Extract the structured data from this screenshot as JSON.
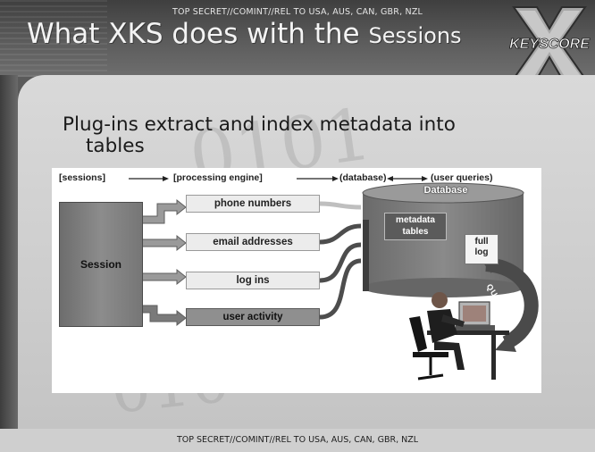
{
  "classification_top": "TOP SECRET//COMINT//REL TO USA, AUS, CAN, GBR, NZL",
  "title_main": "What XKS does with the ",
  "title_tail": "Sessions",
  "logo_text": "KEYSCORE",
  "subtitle_line1": "Plug-ins extract and index metadata into",
  "subtitle_line2": "tables",
  "diagram": {
    "stages": {
      "sessions": "[sessions]",
      "processing": "[processing engine]",
      "database": "(database)",
      "queries": "(user queries)"
    },
    "session_label": "Session",
    "plugins": [
      "phone numbers",
      "email addresses",
      "log ins",
      "user activity"
    ],
    "database_label": "Database",
    "metadata_line1": "metadata",
    "metadata_line2": "tables",
    "fulllog_line1": "full",
    "fulllog_line2": "log",
    "query_label": "QUERY"
  },
  "classification_bottom": "TOP SECRET//COMINT//REL TO USA, AUS, CAN, GBR, NZL"
}
